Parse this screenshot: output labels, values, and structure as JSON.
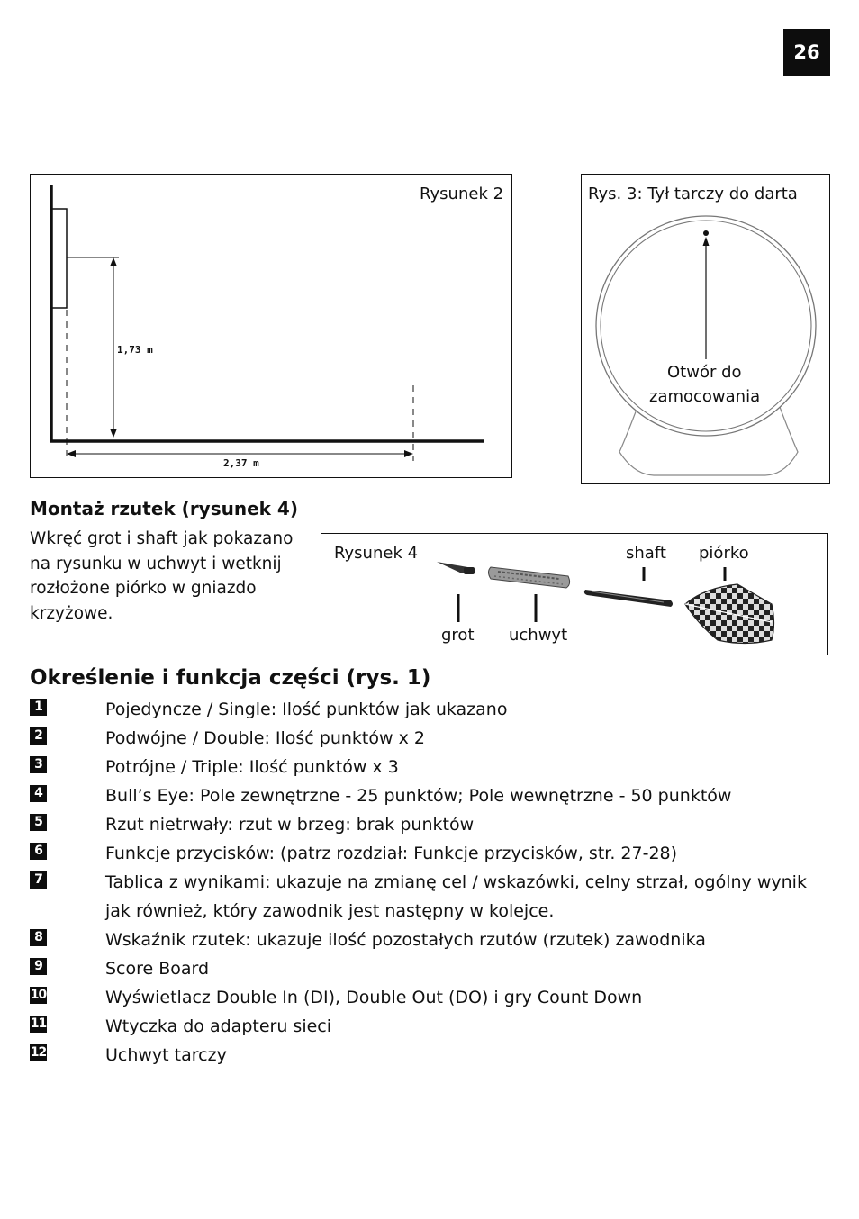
{
  "page_number": "26",
  "figure2": {
    "label": "Rysunek 2",
    "height_text": "1,73 m",
    "distance_text": "2,37 m"
  },
  "figure3": {
    "label": "Rys. 3: Tył tarczy do darta",
    "hole_label_line1": "Otwór do",
    "hole_label_line2": "zamocowania"
  },
  "assembly": {
    "heading": "Montaż rzutek (rysunek 4)",
    "text_lines": [
      "Wkręć grot i shaft jak pokazano",
      "na rysunku w uchwyt i wetknij",
      "rozłożone piórko w gniazdo",
      "krzyżowe."
    ]
  },
  "figure4": {
    "label": "Rysunek 4",
    "shaft": "shaft",
    "piorko": "piórko",
    "grot": "grot",
    "uchwyt": "uchwyt"
  },
  "parts": {
    "heading": "Określenie i funkcja części (rys. 1)",
    "items": [
      {
        "num": "1",
        "text": "Pojedyncze / Single: Ilość punktów jak ukazano"
      },
      {
        "num": "2",
        "text": "Podwójne / Double: Ilość punktów x 2"
      },
      {
        "num": "3",
        "text": "Potrójne / Triple: Ilość punktów x 3"
      },
      {
        "num": "4",
        "text": "Bull’s Eye: Pole zewnętrzne - 25 punktów; Pole wewnętrzne - 50 punktów"
      },
      {
        "num": "5",
        "text": "Rzut nietrwały: rzut w brzeg: brak punktów"
      },
      {
        "num": "6",
        "text": "Funkcje przycisków: (patrz rozdział: Funkcje przycisków, str. 27-28)"
      },
      {
        "num": "7",
        "text": "Tablica z wynikami: ukazuje na zmianę cel / wskazówki, celny strzał, ogólny wynik jak również, który zawodnik jest następny w kolejce."
      },
      {
        "num": "8",
        "text": "Wskaźnik rzutek: ukazuje ilość pozostałych rzutów (rzutek) zawodnika"
      },
      {
        "num": "9",
        "text": "Score Board"
      },
      {
        "num": "10",
        "text": "Wyświetlacz Double In (DI), Double Out (DO) i gry Count Down"
      },
      {
        "num": "11",
        "text": "Wtyczka do adapteru sieci"
      },
      {
        "num": "12",
        "text": "Uchwyt tarczy"
      }
    ]
  }
}
